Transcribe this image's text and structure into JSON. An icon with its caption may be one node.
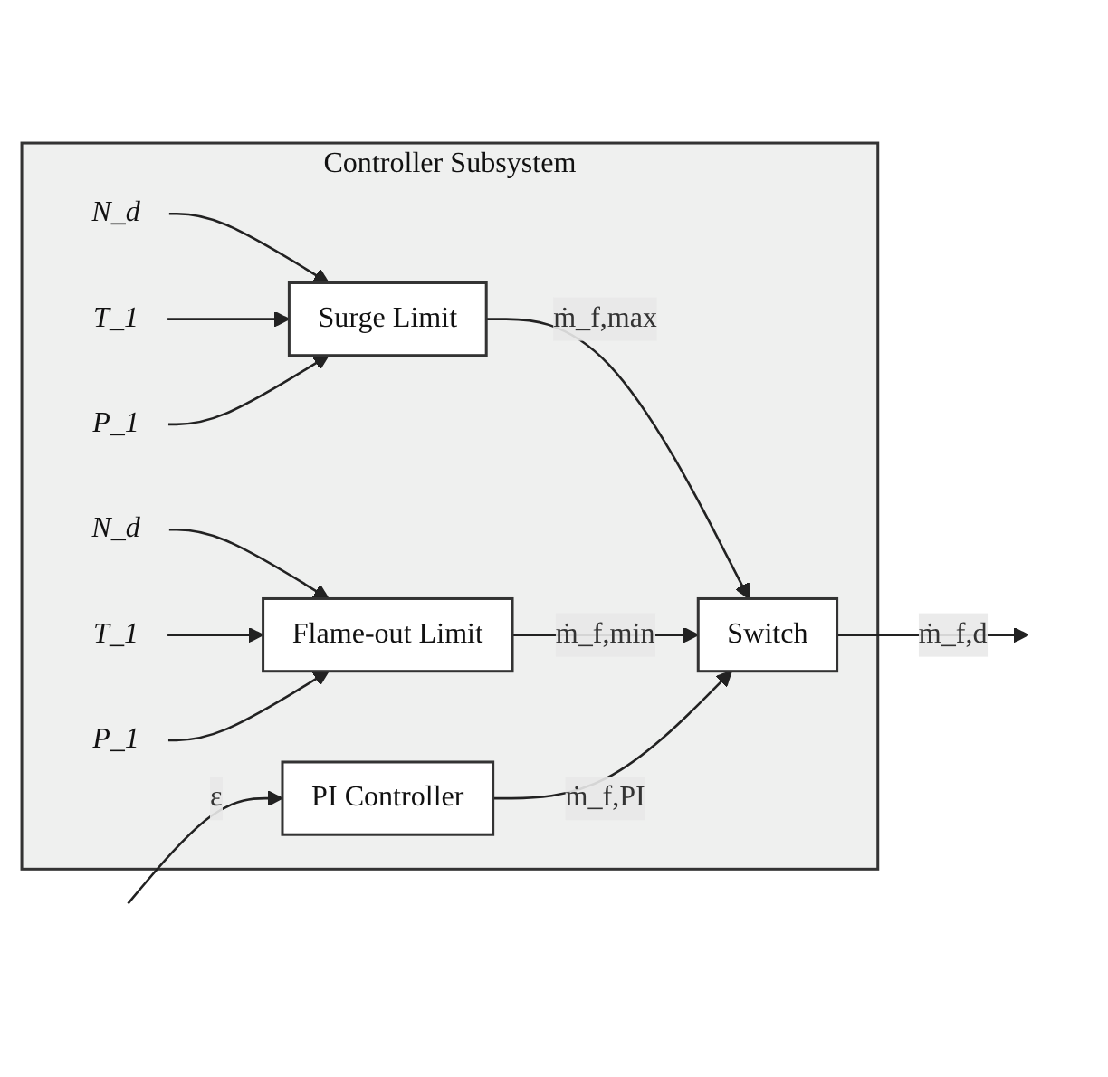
{
  "diagram": {
    "nodes": [
      {
        "text": [
          "Controller Subsystem"
        ]
      },
      {
        "text": [
          "N_d"
        ],
        "in": 0
      },
      {
        "text": [
          "T_1"
        ],
        "in": 0
      },
      {
        "text": [
          "P_1"
        ],
        "in": 0
      },
      {
        "text": [
          "Surge Limit"
        ],
        "in": 0
      },
      {
        "text": [
          "PI Controller"
        ],
        "in": 0
      },
      {
        "text": [
          "Switch"
        ],
        "in": 0
      },
      {
        "text": [
          "N_d"
        ],
        "in": 0
      },
      {
        "text": [
          "T_1"
        ],
        "in": 0
      },
      {
        "text": [
          "P_1"
        ],
        "in": 0
      },
      {
        "text": [
          "Flame-out Limit"
        ],
        "in": 0
      }
    ],
    "edges": [
      {
        "from": 1,
        "to": 4,
        "arrow": "to"
      },
      {
        "from": 2,
        "to": 4,
        "arrow": "to"
      },
      {
        "from": 3,
        "to": 4,
        "arrow": "to"
      },
      {
        "from": null,
        "to": 5,
        "arrow": "to",
        "label": "ε"
      },
      {
        "from": 4,
        "to": 6,
        "arrow": "to",
        "label": "ṁ_f,max"
      },
      {
        "from": 5,
        "to": 6,
        "arrow": "to",
        "label": "ṁ_f,PI"
      },
      {
        "from": 10,
        "to": 6,
        "arrow": "to",
        "label": "ṁ_f,min"
      },
      {
        "from": 7,
        "to": 10,
        "arrow": "to"
      },
      {
        "from": 8,
        "to": 10,
        "arrow": "to"
      },
      {
        "from": 9,
        "to": 10,
        "arrow": "to"
      },
      {
        "from": 6,
        "to": null,
        "arrow": "to",
        "label": "ṁ_f,d"
      }
    ]
  }
}
